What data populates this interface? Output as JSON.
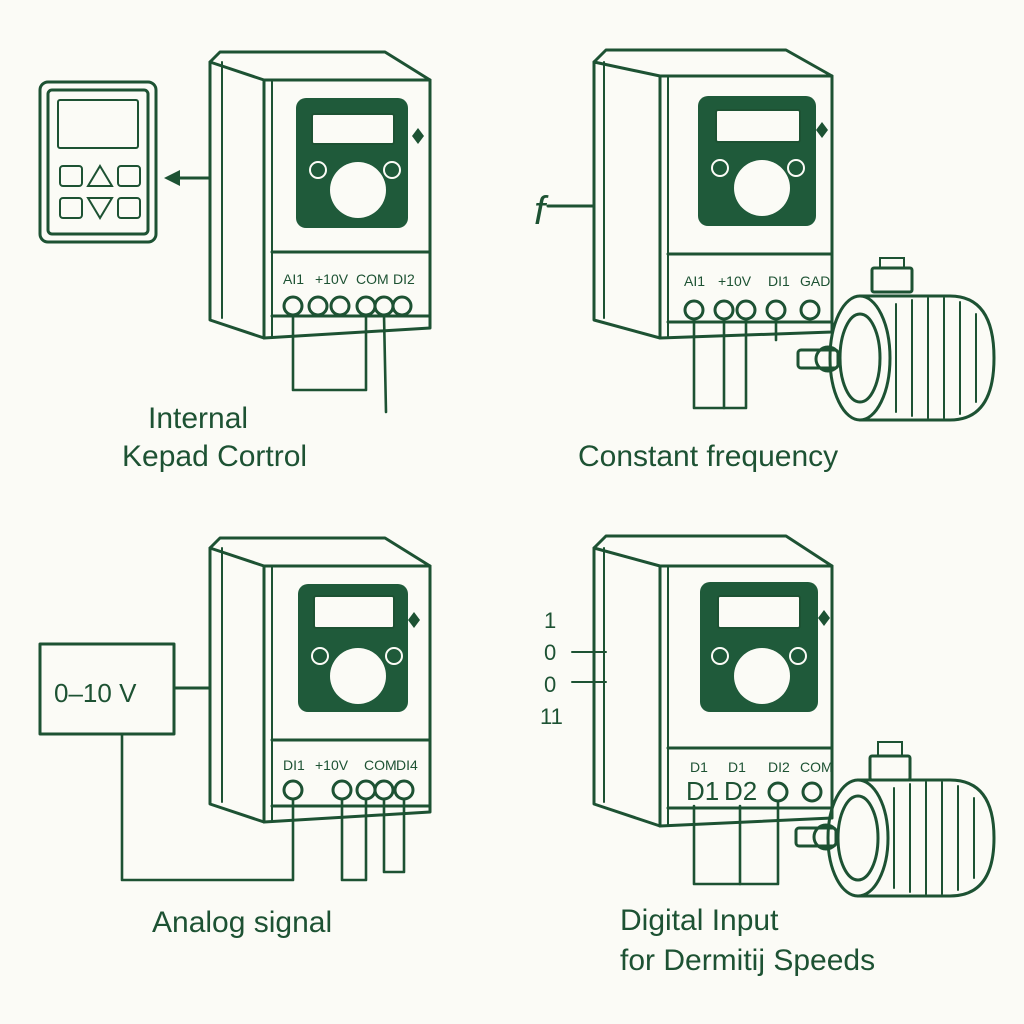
{
  "panels": {
    "top_left": {
      "caption_line1": "Internal",
      "caption_line2": "Kepad Cortrol",
      "terminals": [
        "AI1",
        "+10V",
        "COM",
        "DI2"
      ]
    },
    "top_right": {
      "caption": "Constant frequency",
      "symbol": "f",
      "terminals": [
        "AI1",
        "+10V",
        "DI1",
        "GAD"
      ]
    },
    "bottom_left": {
      "caption": "Analog signal",
      "source_label": "0–10 V",
      "terminals": [
        "DI1",
        "+10V",
        "COM",
        "DI4"
      ]
    },
    "bottom_right": {
      "caption_line1": "Digital Input",
      "caption_line2": "for Dermitij Speeds",
      "binary": [
        "1",
        "0",
        "0",
        "11"
      ],
      "terminals_top": [
        "D1",
        "D1",
        "DI2",
        "COM"
      ],
      "terminals_bottom": [
        "D1",
        "D2"
      ]
    }
  },
  "colors": {
    "line": "#1d5233",
    "face": "#1f5a3a",
    "background": "#fbfbf6"
  }
}
